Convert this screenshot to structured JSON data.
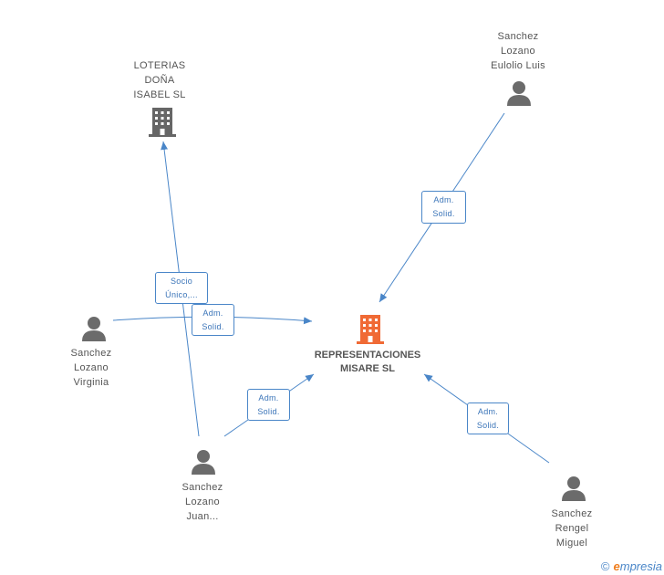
{
  "nodes": {
    "loterias": {
      "line1": "LOTERIAS",
      "line2": "DOÑA",
      "line3": "ISABEL SL"
    },
    "center": {
      "line1": "REPRESENTACIONES",
      "line2": "MISARE SL"
    },
    "eulolio": {
      "line1": "Sanchez",
      "line2": "Lozano",
      "line3": "Eulolio Luis"
    },
    "virginia": {
      "line1": "Sanchez",
      "line2": "Lozano",
      "line3": "Virginia"
    },
    "juan": {
      "line1": "Sanchez",
      "line2": "Lozano",
      "line3": "Juan..."
    },
    "miguel": {
      "line1": "Sanchez",
      "line2": "Rengel",
      "line3": "Miguel"
    }
  },
  "relations": {
    "eulolio_center": {
      "line1": "Adm.",
      "line2": "Solid."
    },
    "juan_loterias": {
      "line1": "Socio",
      "line2": "Único,..."
    },
    "virginia_center": {
      "line1": "Adm.",
      "line2": "Solid."
    },
    "juan_center": {
      "line1": "Adm.",
      "line2": "Solid."
    },
    "miguel_center": {
      "line1": "Adm.",
      "line2": "Solid."
    }
  },
  "footer": {
    "symbol": "©",
    "brand_first": "e",
    "brand_rest": "mpresia"
  },
  "colors": {
    "edge": "#4a86c8",
    "center_icon": "#f06a35",
    "company_icon": "#666666",
    "person_icon": "#6b6b6b"
  }
}
